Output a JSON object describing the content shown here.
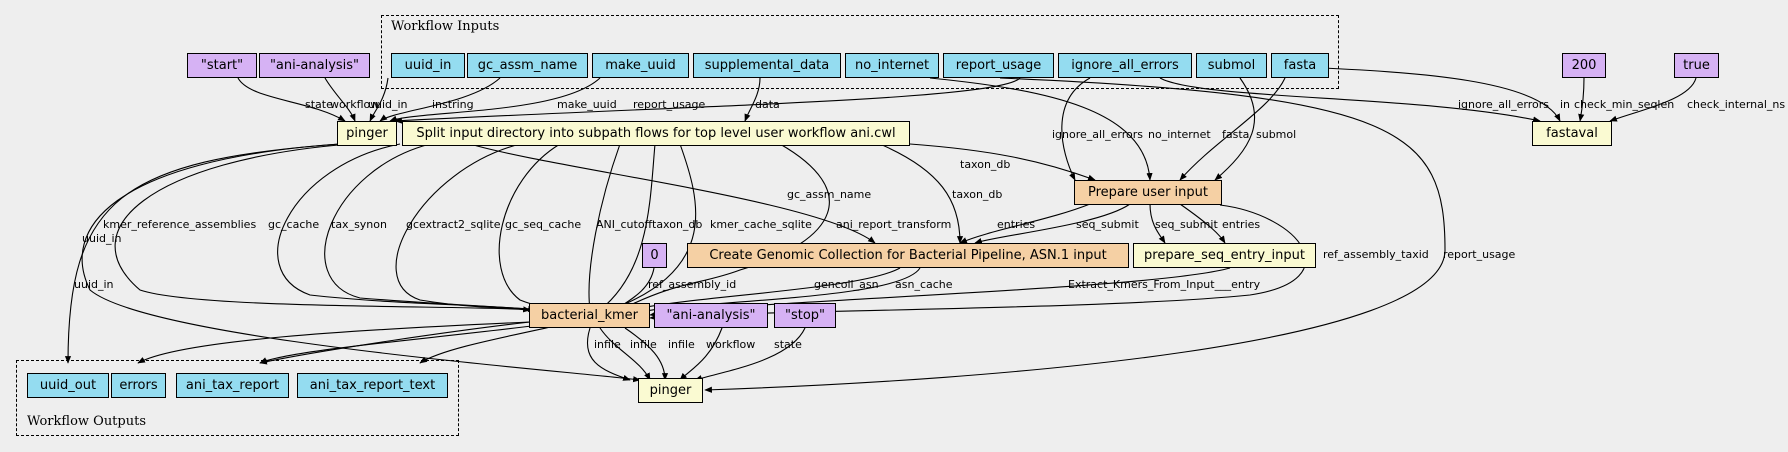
{
  "clusters": {
    "inputs_label": "Workflow Inputs",
    "outputs_label": "Workflow Outputs"
  },
  "inputs": {
    "uuid_in": "uuid_in",
    "gc_assm_name": "gc_assm_name",
    "make_uuid": "make_uuid",
    "supplemental_data": "supplemental_data",
    "no_internet": "no_internet",
    "report_usage": "report_usage",
    "ignore_all_errors": "ignore_all_errors",
    "submol": "submol",
    "fasta": "fasta"
  },
  "constants": {
    "start": "\"start\"",
    "ani_analysis_1": "\"ani-analysis\"",
    "num_200": "200",
    "true": "true",
    "zero": "0",
    "ani_analysis_2": "\"ani-analysis\"",
    "stop": "\"stop\""
  },
  "steps": {
    "pinger_top": "pinger",
    "split_input": "Split input directory into subpath flows for top level user workflow ani.cwl",
    "fastaval": "fastaval",
    "prepare_user_input": "Prepare user input",
    "create_genomic": "Create Genomic Collection for Bacterial Pipeline, ASN.1 input",
    "prepare_seq_entry": "prepare_seq_entry_input",
    "bacterial_kmer": "bacterial_kmer",
    "pinger_bottom": "pinger"
  },
  "outputs": {
    "uuid_out": "uuid_out",
    "errors": "errors",
    "ani_tax_report": "ani_tax_report",
    "ani_tax_report_text": "ani_tax_report_text"
  },
  "edge_labels": {
    "state_top": "state",
    "workflow_top": "workflow",
    "uuid_in_top": "uuid_in",
    "instring": "instring",
    "make_uuid": "make_uuid",
    "report_usage_top": "report_usage",
    "data": "data",
    "ignore_all_errors_fv": "ignore_all_errors",
    "in": "in",
    "check_min_seqlen": "check_min_seqlen",
    "check_internal_ns": "check_internal_ns",
    "ignore_all_errors_pu": "ignore_all_errors",
    "no_internet": "no_internet",
    "fasta": "fasta",
    "submol": "submol",
    "taxon_db_pu": "taxon_db",
    "gc_assm_name": "gc_assm_name",
    "taxon_db_cg": "taxon_db",
    "report_usage_bottom": "report_usage",
    "uuid_in_bottom": "uuid_in",
    "kmer_reference_assemblies": "kmer_reference_assemblies",
    "gc_cache": "gc_cache",
    "tax_synon": "tax_synon",
    "gcextract2_sqlite": "gcextract2_sqlite",
    "gc_seq_cache": "gc_seq_cache",
    "ani_cutoff": "ANI_cutoff",
    "taxon_db_bk": "taxon_db",
    "kmer_cache_sqlite": "kmer_cache_sqlite",
    "ani_report_transform": "ani_report_transform",
    "entries_cg": "entries",
    "seq_submit_cg": "seq_submit",
    "seq_submit_ps": "seq_submit",
    "entries_ps": "entries",
    "ref_assembly_taxid": "ref_assembly_taxid",
    "ref_assembly_id": "ref_assembly_id",
    "gencoll_asn": "gencoll_asn",
    "asn_cache": "asn_cache",
    "extract_kmers": "Extract_Kmers_From_Input___entry",
    "infile_1": "infile",
    "infile_2": "infile",
    "infile_3": "infile",
    "workflow_bottom": "workflow",
    "state_bottom": "state"
  }
}
